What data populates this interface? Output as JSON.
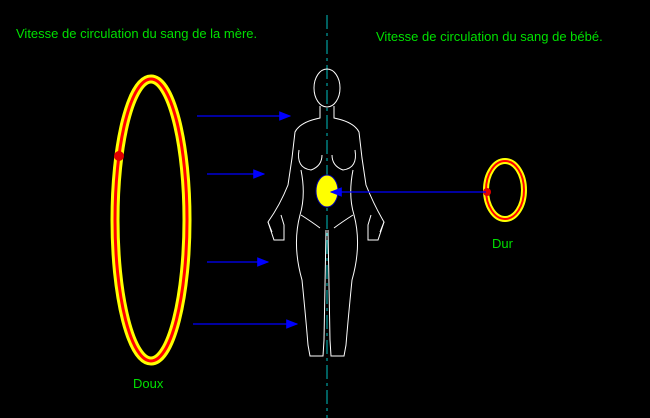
{
  "labels": {
    "mother_title": "Vitesse de circulation du sang de la mère.",
    "baby_title": "Vitesse de circulation du sang de bébé.",
    "mother_speed": "Doux",
    "baby_speed": "Dur"
  },
  "colors": {
    "background": "#000000",
    "text": "#00e000",
    "ring_outer": "#ffff00",
    "ring_inner": "#ff0000",
    "arrow": "#0000ff",
    "axis": "#00c0c0",
    "body": "#ffffff"
  }
}
